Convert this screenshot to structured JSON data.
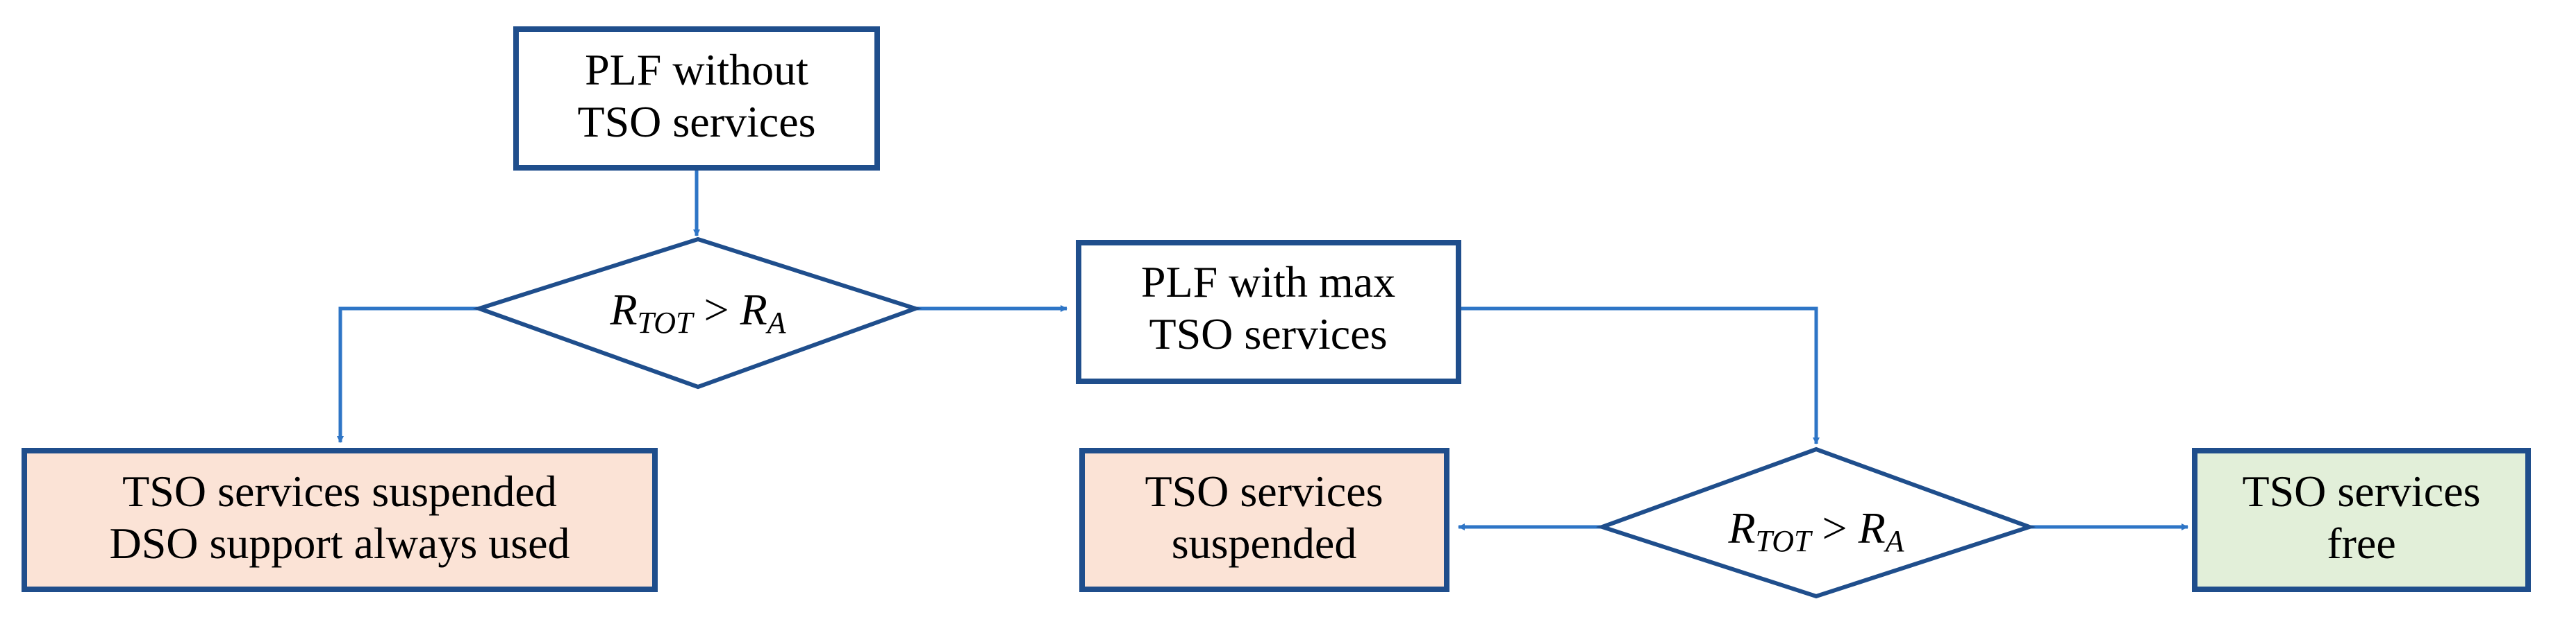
{
  "colors": {
    "box_border": "#1f4e8c",
    "arrow": "#2e75c6",
    "fill_suspended": "#fbe3d6",
    "fill_free": "#e2efd9",
    "fill_default": "#ffffff"
  },
  "nodes": {
    "start": {
      "line1": "PLF without",
      "line2": "TSO services"
    },
    "decision1": {
      "lhs": "R",
      "lhs_sub": "TOT",
      "op": " > ",
      "rhs": "R",
      "rhs_sub": "A"
    },
    "max_services": {
      "line1": "PLF with max",
      "line2": "TSO services"
    },
    "always_used": {
      "line1": "TSO services suspended",
      "line2": "DSO support always used"
    },
    "decision2": {
      "lhs": "R",
      "lhs_sub": "TOT",
      "op": " > ",
      "rhs": "R",
      "rhs_sub": "A"
    },
    "suspended": {
      "line1": "TSO services",
      "line2": "suspended"
    },
    "free": {
      "line1": "TSO services",
      "line2": "free"
    }
  }
}
